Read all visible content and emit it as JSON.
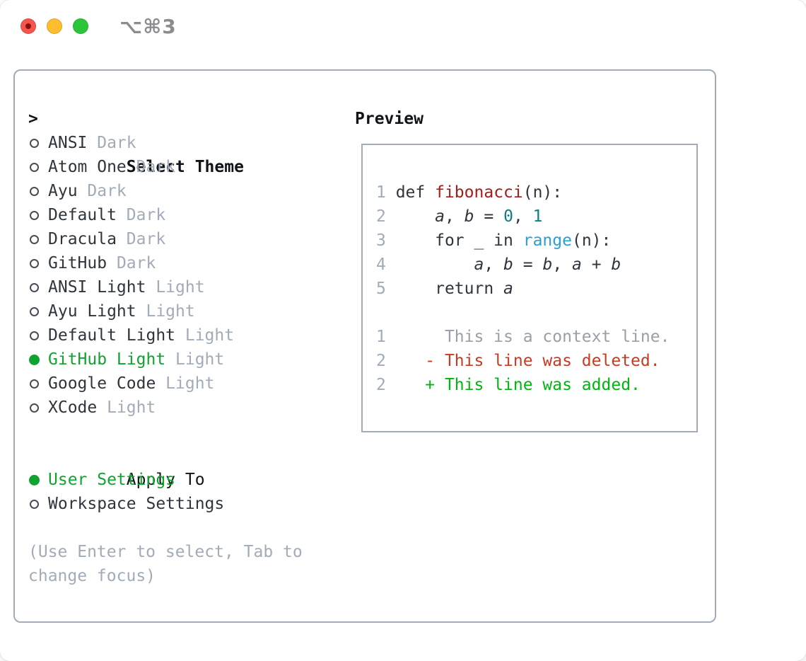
{
  "window": {
    "shortcut": "⌥⌘3",
    "traffic_lights": [
      "close",
      "minimize",
      "zoom"
    ]
  },
  "colors": {
    "text": "#2f353c",
    "heading": "#101418",
    "muted_gray": "#a2abb8",
    "context_gray": "#9aa0a8",
    "panel_border": "#a3abb6",
    "selection_green": "#0fa32f",
    "diff_added_green": "#00b50f",
    "diff_deleted_red": "#c93b21",
    "function_red": "#a41c1c",
    "number_teal": "#0d7f80",
    "builtin_blue": "#2b9fd6",
    "traffic_red": "#f4564e",
    "traffic_red_dot": "#8c1209",
    "traffic_yellow": "#fcbd2e",
    "traffic_green": "#2bc53a",
    "shortcut_gray": "#8b8c90"
  },
  "theme_picker": {
    "prompt": ">",
    "title": "Select Theme",
    "themes": [
      {
        "name": "ANSI",
        "variant": "Dark",
        "selected": false
      },
      {
        "name": "Atom One",
        "variant": "Dark",
        "selected": false
      },
      {
        "name": "Ayu",
        "variant": "Dark",
        "selected": false
      },
      {
        "name": "Default",
        "variant": "Dark",
        "selected": false
      },
      {
        "name": "Dracula",
        "variant": "Dark",
        "selected": false
      },
      {
        "name": "GitHub",
        "variant": "Dark",
        "selected": false
      },
      {
        "name": "ANSI Light",
        "variant": "Light",
        "selected": false
      },
      {
        "name": "Ayu Light",
        "variant": "Light",
        "selected": false
      },
      {
        "name": "Default Light",
        "variant": "Light",
        "selected": false
      },
      {
        "name": "GitHub Light",
        "variant": "Light",
        "selected": true
      },
      {
        "name": "Google Code",
        "variant": "Light",
        "selected": false
      },
      {
        "name": "XCode",
        "variant": "Light",
        "selected": false
      }
    ],
    "apply_to": {
      "title": "Apply To",
      "options": [
        {
          "label": "User Settings",
          "selected": true
        },
        {
          "label": "Workspace Settings",
          "selected": false
        }
      ]
    },
    "hint_lines": [
      "(Use Enter to select, Tab to",
      "change focus)"
    ]
  },
  "preview": {
    "title": "Preview",
    "code_lines": [
      {
        "num": "1",
        "tokens": [
          {
            "t": " def ",
            "c": "plain"
          },
          {
            "t": "fibonacci",
            "c": "func"
          },
          {
            "t": "(n):",
            "c": "plain"
          }
        ]
      },
      {
        "num": "2",
        "tokens": [
          {
            "t": "     ",
            "c": "plain"
          },
          {
            "t": "a",
            "c": "var"
          },
          {
            "t": ", ",
            "c": "plain"
          },
          {
            "t": "b",
            "c": "var"
          },
          {
            "t": " = ",
            "c": "plain"
          },
          {
            "t": "0",
            "c": "num"
          },
          {
            "t": ", ",
            "c": "plain"
          },
          {
            "t": "1",
            "c": "num"
          }
        ]
      },
      {
        "num": "3",
        "tokens": [
          {
            "t": "     for _ in ",
            "c": "plain"
          },
          {
            "t": "range",
            "c": "builtin"
          },
          {
            "t": "(n):",
            "c": "plain"
          }
        ]
      },
      {
        "num": "4",
        "tokens": [
          {
            "t": "         ",
            "c": "plain"
          },
          {
            "t": "a",
            "c": "var"
          },
          {
            "t": ", ",
            "c": "plain"
          },
          {
            "t": "b",
            "c": "var"
          },
          {
            "t": " = ",
            "c": "plain"
          },
          {
            "t": "b",
            "c": "var"
          },
          {
            "t": ", ",
            "c": "plain"
          },
          {
            "t": "a",
            "c": "var"
          },
          {
            "t": " + ",
            "c": "plain"
          },
          {
            "t": "b",
            "c": "var"
          }
        ]
      },
      {
        "num": "5",
        "tokens": [
          {
            "t": "     return ",
            "c": "plain"
          },
          {
            "t": "a",
            "c": "var"
          }
        ]
      }
    ],
    "diff_lines": [
      {
        "num": "1",
        "tokens": [
          {
            "t": "      This is a context line.",
            "c": "ctx"
          }
        ]
      },
      {
        "num": "2",
        "tokens": [
          {
            "t": "    - This line was deleted.",
            "c": "del"
          }
        ]
      },
      {
        "num": "2",
        "tokens": [
          {
            "t": "    + This line was added.",
            "c": "add"
          }
        ]
      }
    ]
  }
}
